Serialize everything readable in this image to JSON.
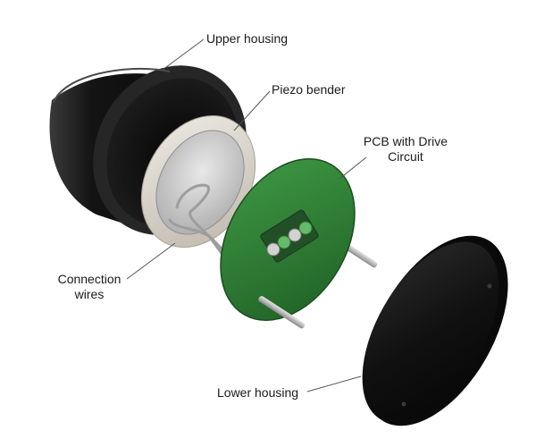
{
  "diagram": {
    "labels": {
      "upper_housing": "Upper housing",
      "piezo_bender": "Piezo bender",
      "pcb_line1": "PCB with Drive",
      "pcb_line2": "Circuit",
      "connection_line1": "Connection",
      "connection_line2": "wires",
      "lower_housing": "Lower housing"
    },
    "colors": {
      "housing": "#1c1c1c",
      "piezo_metal": "#d8d3cb",
      "pcb": "#2e7d32",
      "pins": "#b8b8b8",
      "leader_line": "#555555"
    }
  }
}
